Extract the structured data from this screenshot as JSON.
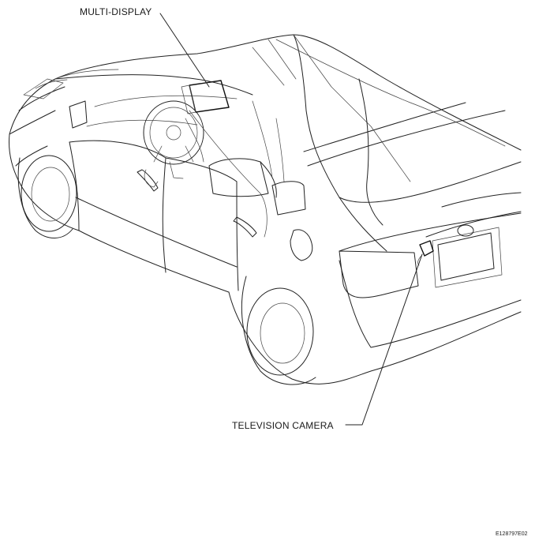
{
  "callouts": {
    "multi_display": "MULTI-DISPLAY",
    "television_camera": "TELEVISION CAMERA"
  },
  "figure_code": "E128797E02"
}
